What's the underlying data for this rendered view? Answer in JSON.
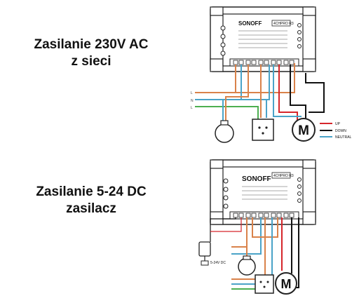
{
  "panel_top": {
    "caption_line1": "Zasilanie 230V AC",
    "caption_line2": "z sieci",
    "device": {
      "brand": "SONOFF",
      "model": "4CHPRO R3"
    },
    "inputs": [
      "L",
      "N",
      "L"
    ],
    "legend": [
      "UP",
      "DOWN",
      "NEUTRAL"
    ],
    "motor_symbol": "M"
  },
  "panel_bottom": {
    "caption_line1": "Zasilanie 5-24 DC",
    "caption_line2": "zasilacz",
    "device": {
      "brand": "SONOFF",
      "model": "4CHPRO R3"
    },
    "adapter_label": "5-24V DC",
    "motor_symbol": "M"
  },
  "colors": {
    "live": "#d9824a",
    "neutral": "#4aa3c8",
    "earth": "#4caf50",
    "motor_up": "#d6262b",
    "motor_down": "#111111",
    "box_stroke": "#222222"
  }
}
